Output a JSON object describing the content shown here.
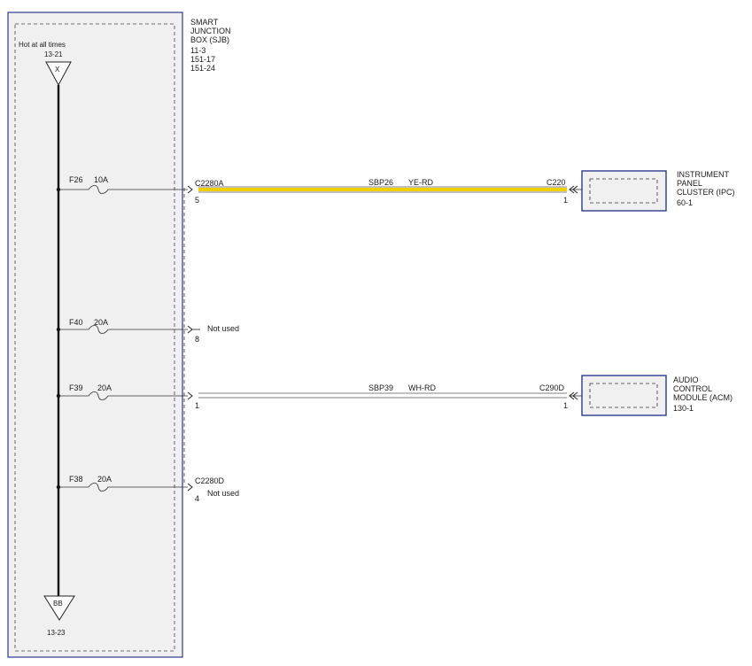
{
  "sjb": {
    "lines": [
      "SMART",
      "JUNCTION",
      "BOX (SJB)",
      "11-3",
      "151-17",
      "151-24"
    ]
  },
  "hot": {
    "label": "Hot at all times",
    "ref": "13-21",
    "letter": "X"
  },
  "ground": {
    "letter": "BB",
    "ref": "13-23"
  },
  "fuses": [
    {
      "name": "F26",
      "rating": "10A"
    },
    {
      "name": "F40",
      "rating": "20A"
    },
    {
      "name": "F39",
      "rating": "20A"
    },
    {
      "name": "F38",
      "rating": "20A"
    }
  ],
  "circuits": [
    {
      "connector": "C2280A",
      "pin": "5",
      "circuit": "SBP26",
      "color": "YE-RD",
      "far_connector": "C220",
      "far_pin": "1"
    },
    {
      "connector": "",
      "pin": "8",
      "note": "Not used"
    },
    {
      "connector": "",
      "pin": "1",
      "circuit": "SBP39",
      "color": "WH-RD",
      "far_connector": "C290D",
      "far_pin": "1"
    },
    {
      "connector": "C2280D",
      "pin": "4",
      "note": "Not used"
    }
  ],
  "modules": [
    {
      "lines": [
        "INSTRUMENT",
        "PANEL",
        "CLUSTER (IPC)",
        "60-1"
      ]
    },
    {
      "lines": [
        "AUDIO",
        "CONTROL",
        "MODULE (ACM)",
        "130-1"
      ]
    }
  ],
  "colors": {
    "box_fill": "#f0f0f0",
    "box_border": "#2c3a8c",
    "wire_yellow": "#f0d000",
    "wire_dark": "#333333"
  }
}
